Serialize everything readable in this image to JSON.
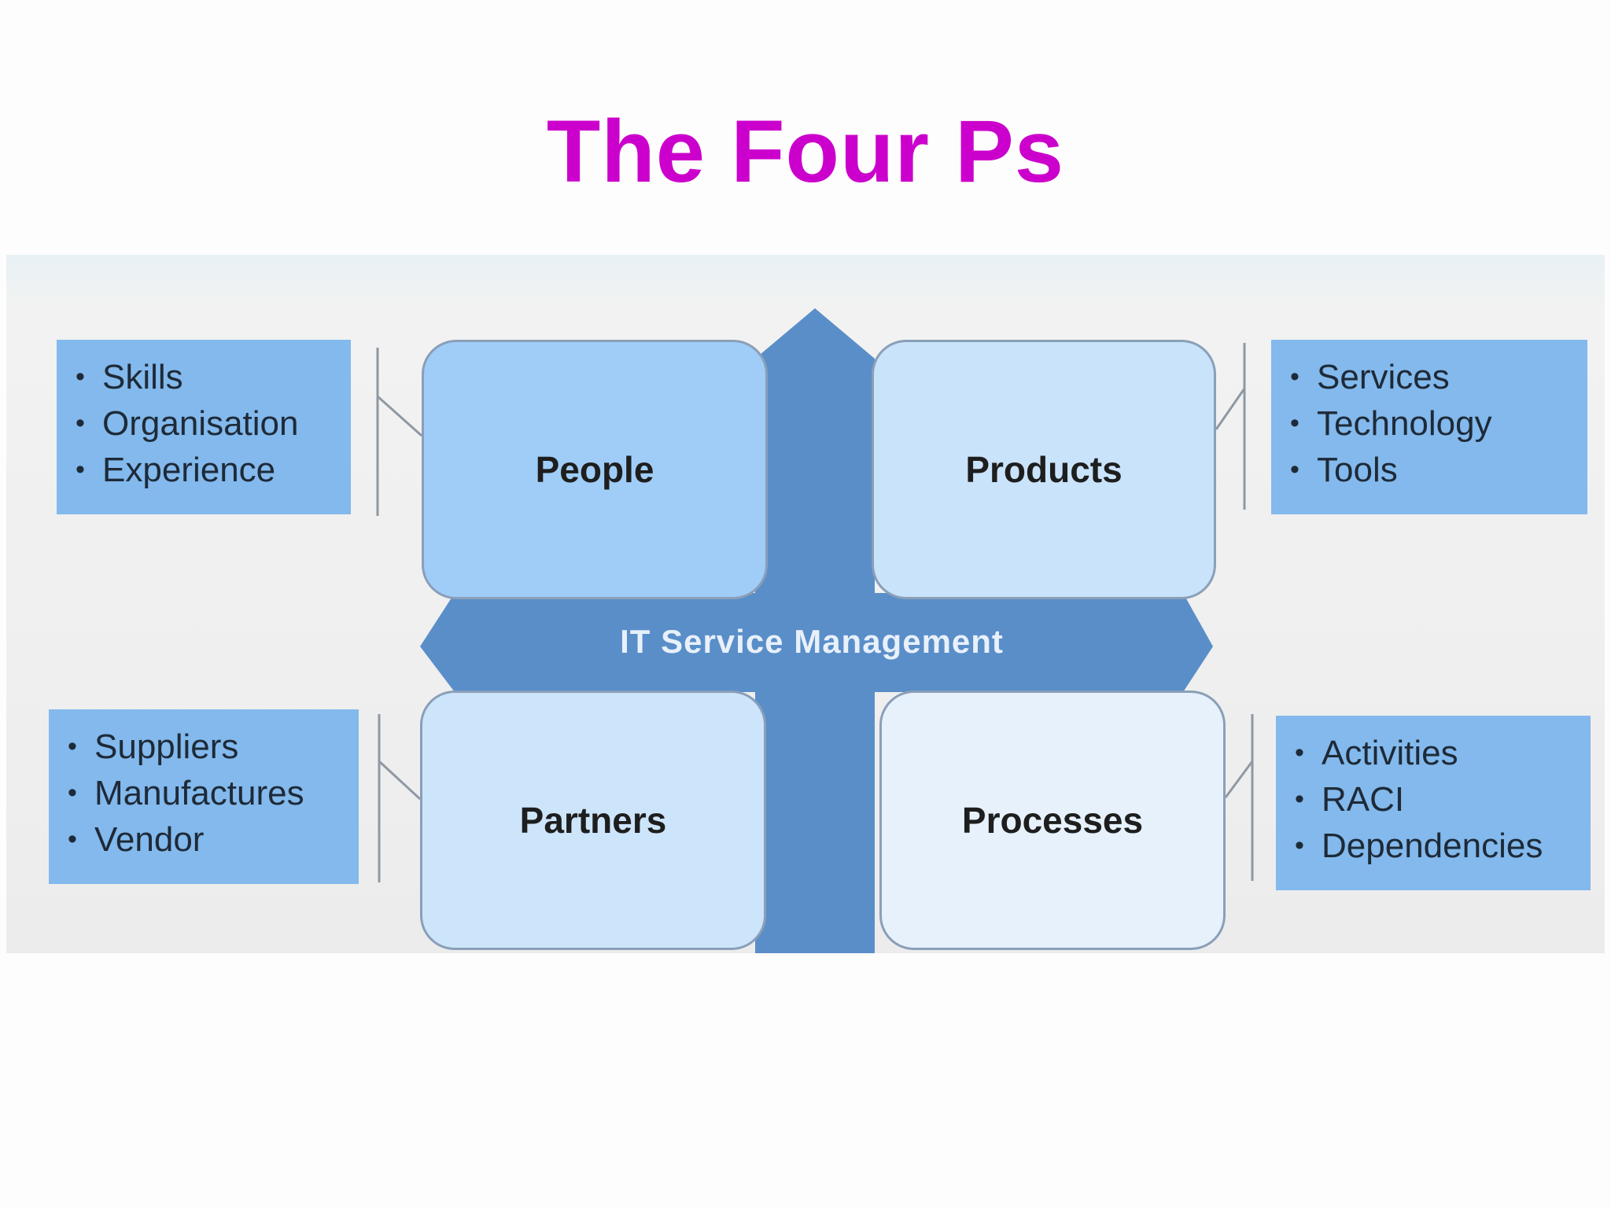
{
  "title": "The Four Ps",
  "diagram": {
    "center_label": "IT Service Management",
    "quadrants": [
      {
        "id": "people",
        "label": "People",
        "items": [
          "Skills",
          "Organisation",
          "Experience"
        ]
      },
      {
        "id": "products",
        "label": "Products",
        "items": [
          "Services",
          "Technology",
          "Tools"
        ]
      },
      {
        "id": "partners",
        "label": "Partners",
        "items": [
          "Suppliers",
          "Manufactures",
          "Vendor"
        ]
      },
      {
        "id": "processes",
        "label": "Processes",
        "items": [
          "Activities",
          "RACI",
          "Dependencies"
        ]
      }
    ],
    "colors": {
      "title": "#cc00cc",
      "cross": "#5a8ec8",
      "attribute_box": "#83b9ec"
    }
  }
}
